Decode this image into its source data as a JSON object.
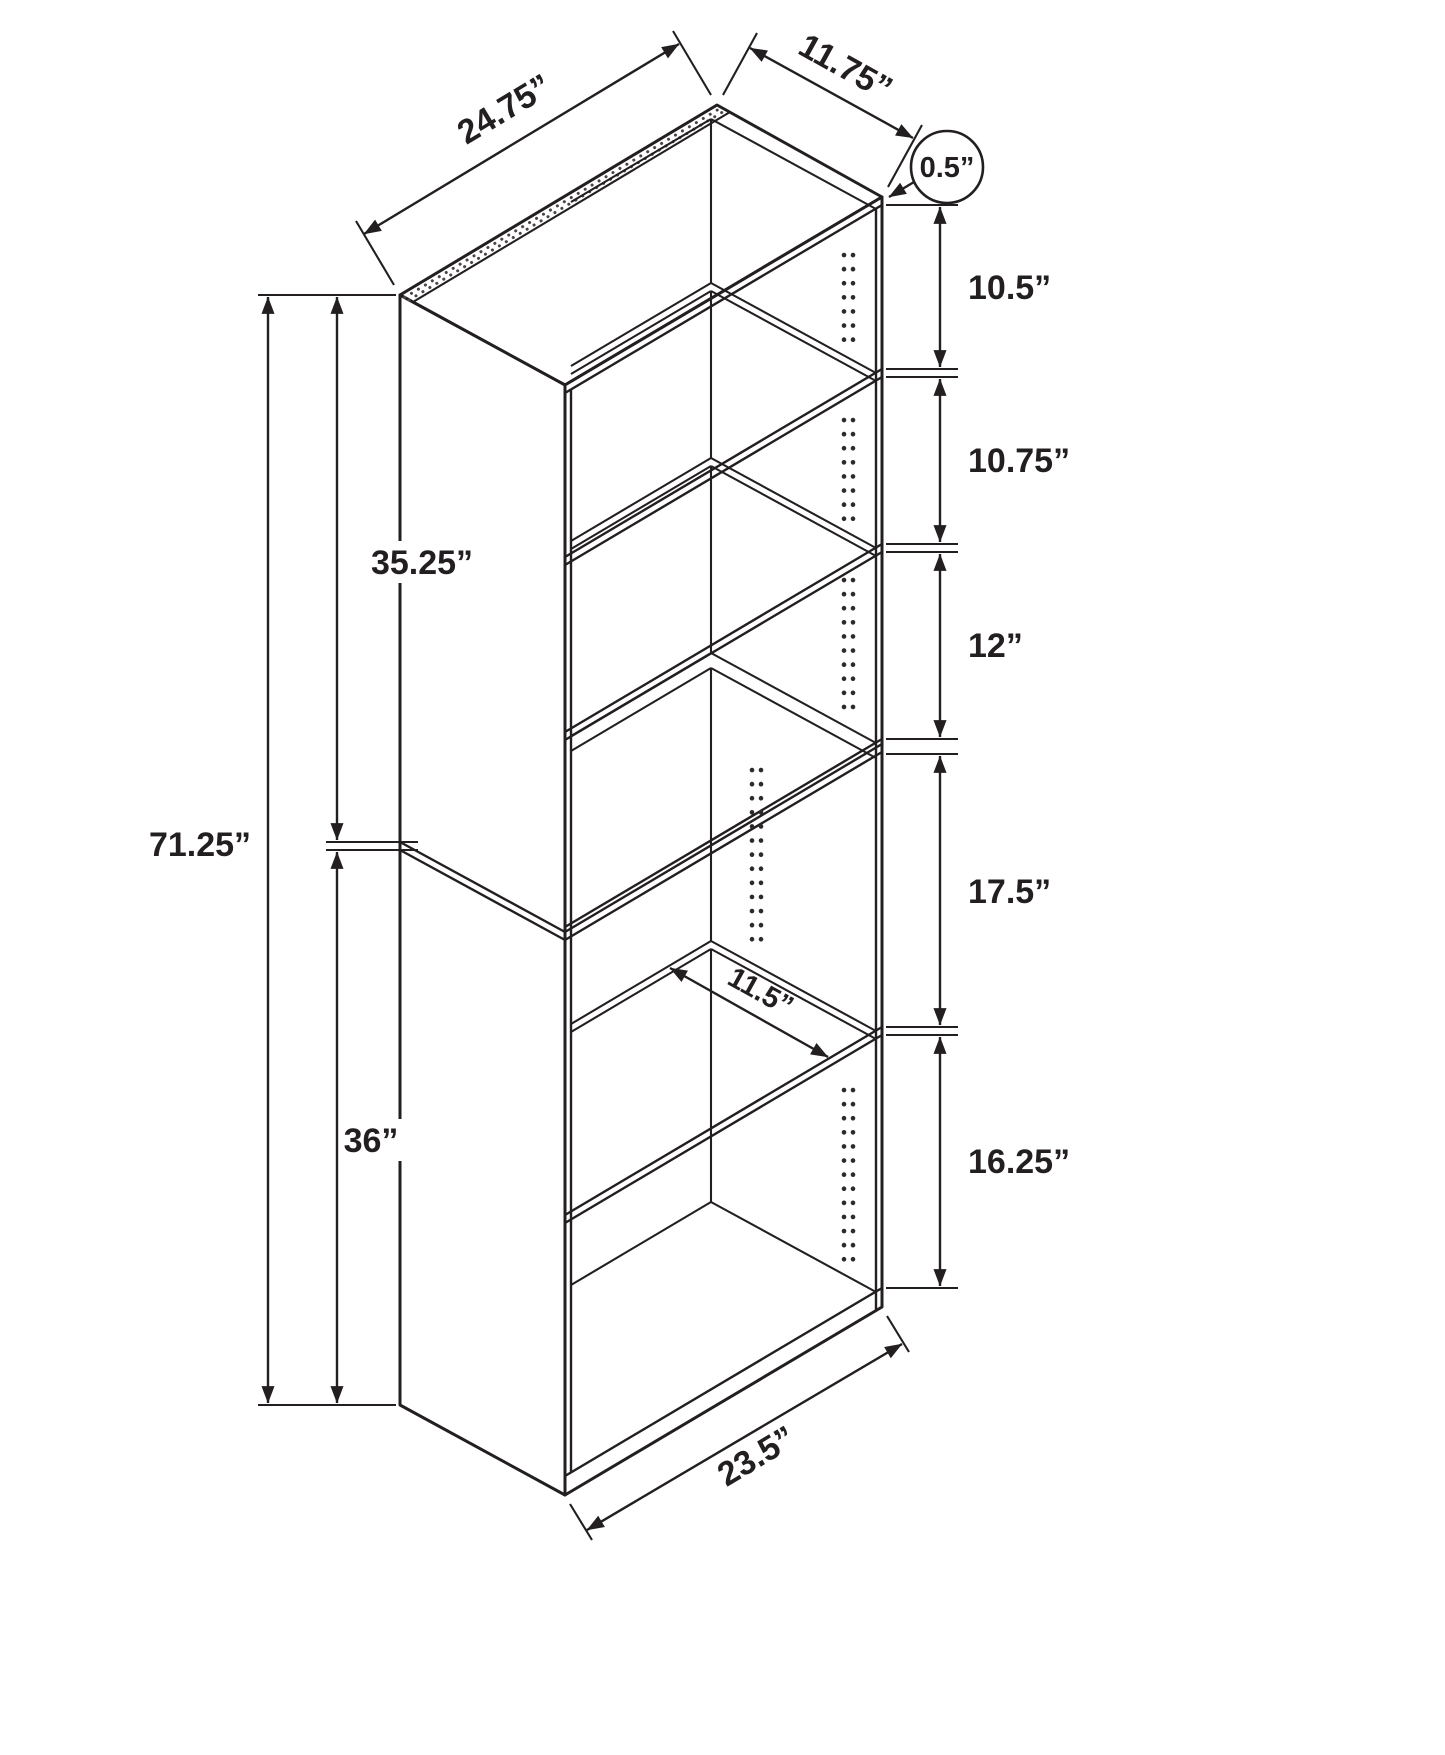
{
  "diagram": {
    "units": "inches",
    "dimensions": {
      "top_width": "24.75”",
      "top_depth": "11.75”",
      "panel_thickness": "0.5”",
      "opening_1_height": "10.5”",
      "opening_2_height": "10.75”",
      "opening_3_height": "12”",
      "opening_4_height": "17.5”",
      "opening_5_height": "16.25”",
      "upper_section_height": "35.25”",
      "total_height": "71.25”",
      "lower_section_height": "36”",
      "shelf_depth": "11.5”",
      "base_width": "23.5”"
    }
  }
}
